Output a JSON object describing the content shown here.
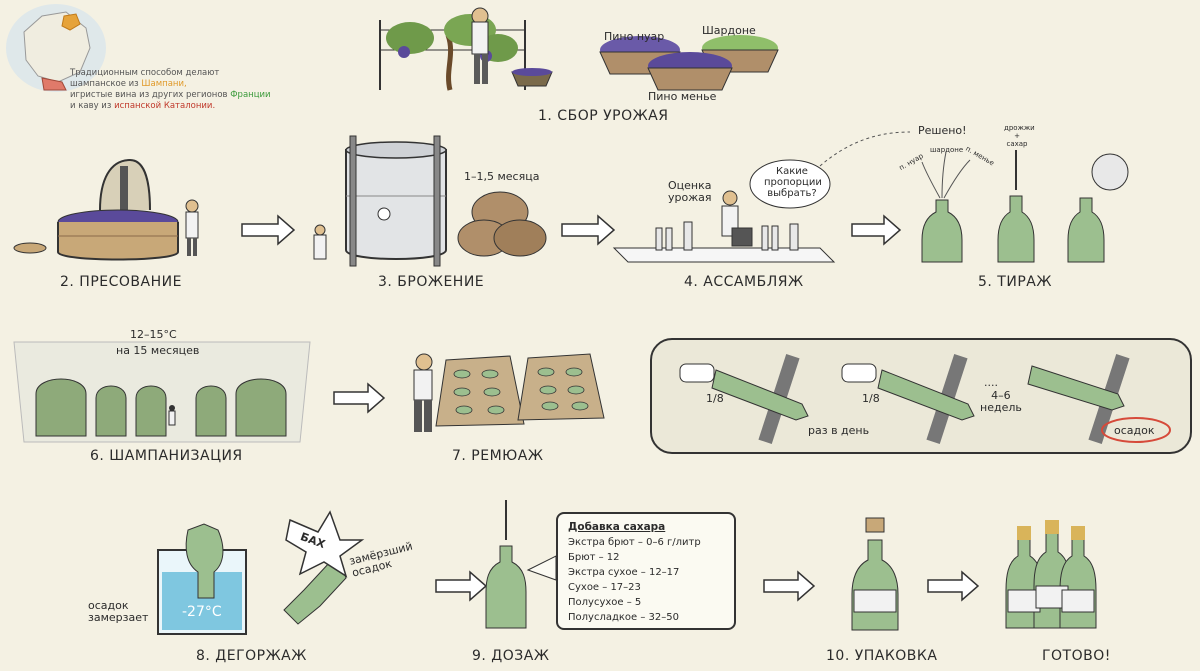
{
  "map_note": {
    "line1": "Традиционным способом делают",
    "line2a": "шампанское из ",
    "line2b": "Шампани,",
    "line3a": "игристые вина из других регионов ",
    "line3b": "Франции",
    "line4a": "и каву из ",
    "line4b": "испанской Каталонии."
  },
  "steps": {
    "s1": "1. СБОР УРОЖАЯ",
    "s2": "2. ПРЕСОВАНИЕ",
    "s3": "3. БРОЖЕНИЕ",
    "s4": "4. АССАМБЛЯЖ",
    "s5": "5. ТИРАЖ",
    "s6": "6. ШАМПАНИЗАЦИЯ",
    "s7": "7. РЕМЮАЖ",
    "s8": "8. ДЕГОРЖАЖ",
    "s9": "9. ДОЗАЖ",
    "s10": "10. УПАКОВКА",
    "s11": "ГОТОВО!"
  },
  "harvest": {
    "pinot_noir": "Пино нуар",
    "chardonnay": "Шардоне",
    "pinot_meunier": "Пино менье"
  },
  "fermentation": {
    "duration": "1–1,5 месяца"
  },
  "assemblage": {
    "evaluation": "Оценка урожая",
    "question_l1": "Какие",
    "question_l2": "пропорции",
    "question_l3": "выбрать?"
  },
  "tirage": {
    "decided": "Решено!",
    "grape1": "п. нуар",
    "grape2": "шардоне",
    "grape3": "п. менье",
    "yeast_l1": "дрожжи",
    "yeast_l2": "+",
    "yeast_l3": "сахар"
  },
  "champagnization": {
    "temp": "12–15°С",
    "duration": "на 15 месяцев"
  },
  "remuage": {
    "fraction1": "1/8",
    "fraction2": "1/8",
    "per_day": "раз в день",
    "dots": "....",
    "weeks_l1": "4–6",
    "weeks_l2": "недель",
    "sediment": "осадок"
  },
  "disgorgement": {
    "bang": "БАХ",
    "frozen_l1": "замёрзший",
    "frozen_l2": "осадок",
    "sediment_l1": "осадок",
    "sediment_l2": "замерзает",
    "temp": "-27°С"
  },
  "dosage": {
    "title": "Добавка сахара",
    "items": [
      "Экстра брют – 0–6 г/литр",
      "Брют – 12",
      "Экстра сухое – 12–17",
      "Сухое – 17–23",
      "Полусухое – 5",
      "Полусладкое – 32–50"
    ]
  },
  "colors": {
    "bottle": "#9cbf8f",
    "bottle_dark": "#5f7f56",
    "grape_purple": "#5a4a9a",
    "grape_green": "#8fbf6a",
    "barrel": "#b08f6a",
    "ink": "#2b2b2b",
    "ice": "#7fc7e0",
    "gold": "#d9b45a"
  }
}
